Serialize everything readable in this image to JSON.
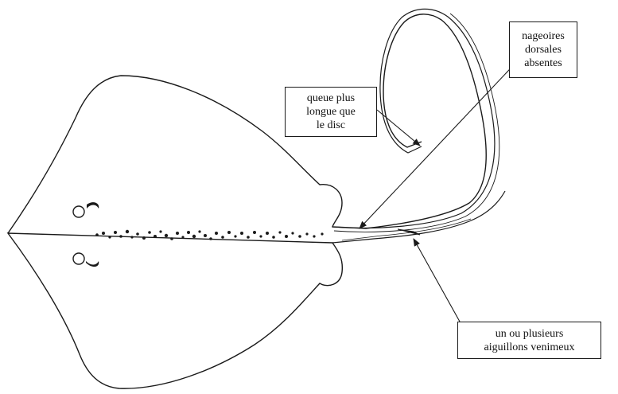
{
  "diagram": {
    "labels": {
      "tail": "queue plus\nlongue que\nle disc",
      "dorsal_fins": "nageoires\ndorsales\nabsentes",
      "spines": "un ou plusieurs\naiguillons venimeux"
    },
    "colors": {
      "ink": "#1a1a1a",
      "background": "#ffffff"
    }
  }
}
